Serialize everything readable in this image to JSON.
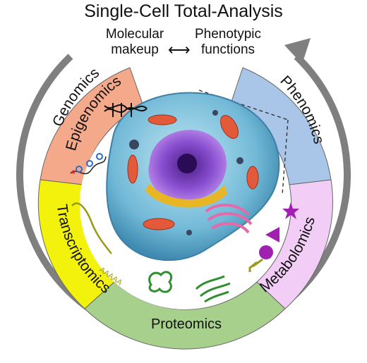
{
  "title": "Single-Cell Total-Analysis",
  "header": {
    "left_line1": "Molecular",
    "left_line2": "makeup",
    "arrow": "⟷",
    "right_line1": "Phenotypic",
    "right_line2": "functions"
  },
  "segments": {
    "genomics_line1": "Genomics",
    "genomics_line2": "Epigenomics",
    "transcriptomics": "Transcriptomics",
    "proteomics": "Proteomics",
    "metabolomics": "Metabolomics",
    "phenomics": "Phenomics"
  },
  "polya_label": "AAAAA",
  "colors": {
    "genomics": "#f4a98a",
    "transcriptomics": "#f2f20c",
    "proteomics": "#a8d08d",
    "metabolomics": "#f2cdf5",
    "phenomics": "#a9c6e8",
    "ring_arrow": "#7f7f7f",
    "metabolite": "#a020b0",
    "protein": "#2f8f2f",
    "rna": "#9a9a1a"
  },
  "icons": [
    "dna-helix-icon",
    "chromatin-icon",
    "rna-strand-icon",
    "protein-icon",
    "metabolite-icon",
    "cell-illustration"
  ]
}
